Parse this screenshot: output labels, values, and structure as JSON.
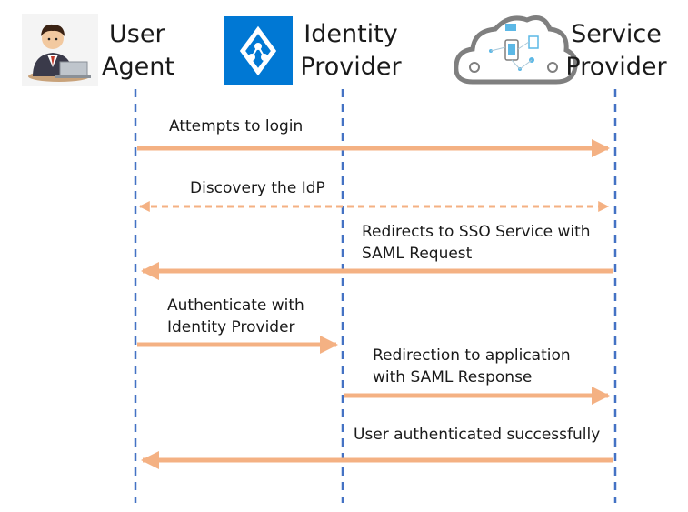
{
  "actors": [
    {
      "id": "user-agent",
      "line1": "User",
      "line2": "Agent",
      "icon": "person-at-laptop-icon"
    },
    {
      "id": "identity-provider",
      "line1": "Identity",
      "line2": "Provider",
      "icon": "azure-active-directory-icon"
    },
    {
      "id": "service-provider",
      "line1": "Service",
      "line2": "Provider",
      "icon": "cloud-services-icon"
    }
  ],
  "messages": [
    {
      "id": "attempts-to-login",
      "line1": "Attempts to login",
      "line2": "",
      "from": "user-agent",
      "to": "service-provider",
      "style": "solid"
    },
    {
      "id": "discovery-idp",
      "line1": "Discovery the IdP",
      "line2": "",
      "from": "service-provider",
      "to": "user-agent",
      "style": "dashed",
      "bidirectional": true
    },
    {
      "id": "redirects-sso",
      "line1": "Redirects to SSO Service with",
      "line2": "SAML Request",
      "from": "service-provider",
      "to": "user-agent",
      "style": "solid"
    },
    {
      "id": "authenticate-idp",
      "line1": "Authenticate with",
      "line2": "Identity Provider",
      "from": "user-agent",
      "to": "identity-provider",
      "style": "solid"
    },
    {
      "id": "redirection-app",
      "line1": "Redirection to application",
      "line2": "with SAML Response",
      "from": "identity-provider",
      "to": "service-provider",
      "style": "solid"
    },
    {
      "id": "user-authenticated",
      "line1": "User authenticated successfully",
      "line2": "",
      "from": "service-provider",
      "to": "user-agent",
      "style": "solid"
    }
  ],
  "colors": {
    "arrow": "#f4b183",
    "lifeline": "#4472c4",
    "azure_blue": "#0078d4",
    "cloud_stroke": "#7f7f7f",
    "text": "#1a1a1a"
  }
}
